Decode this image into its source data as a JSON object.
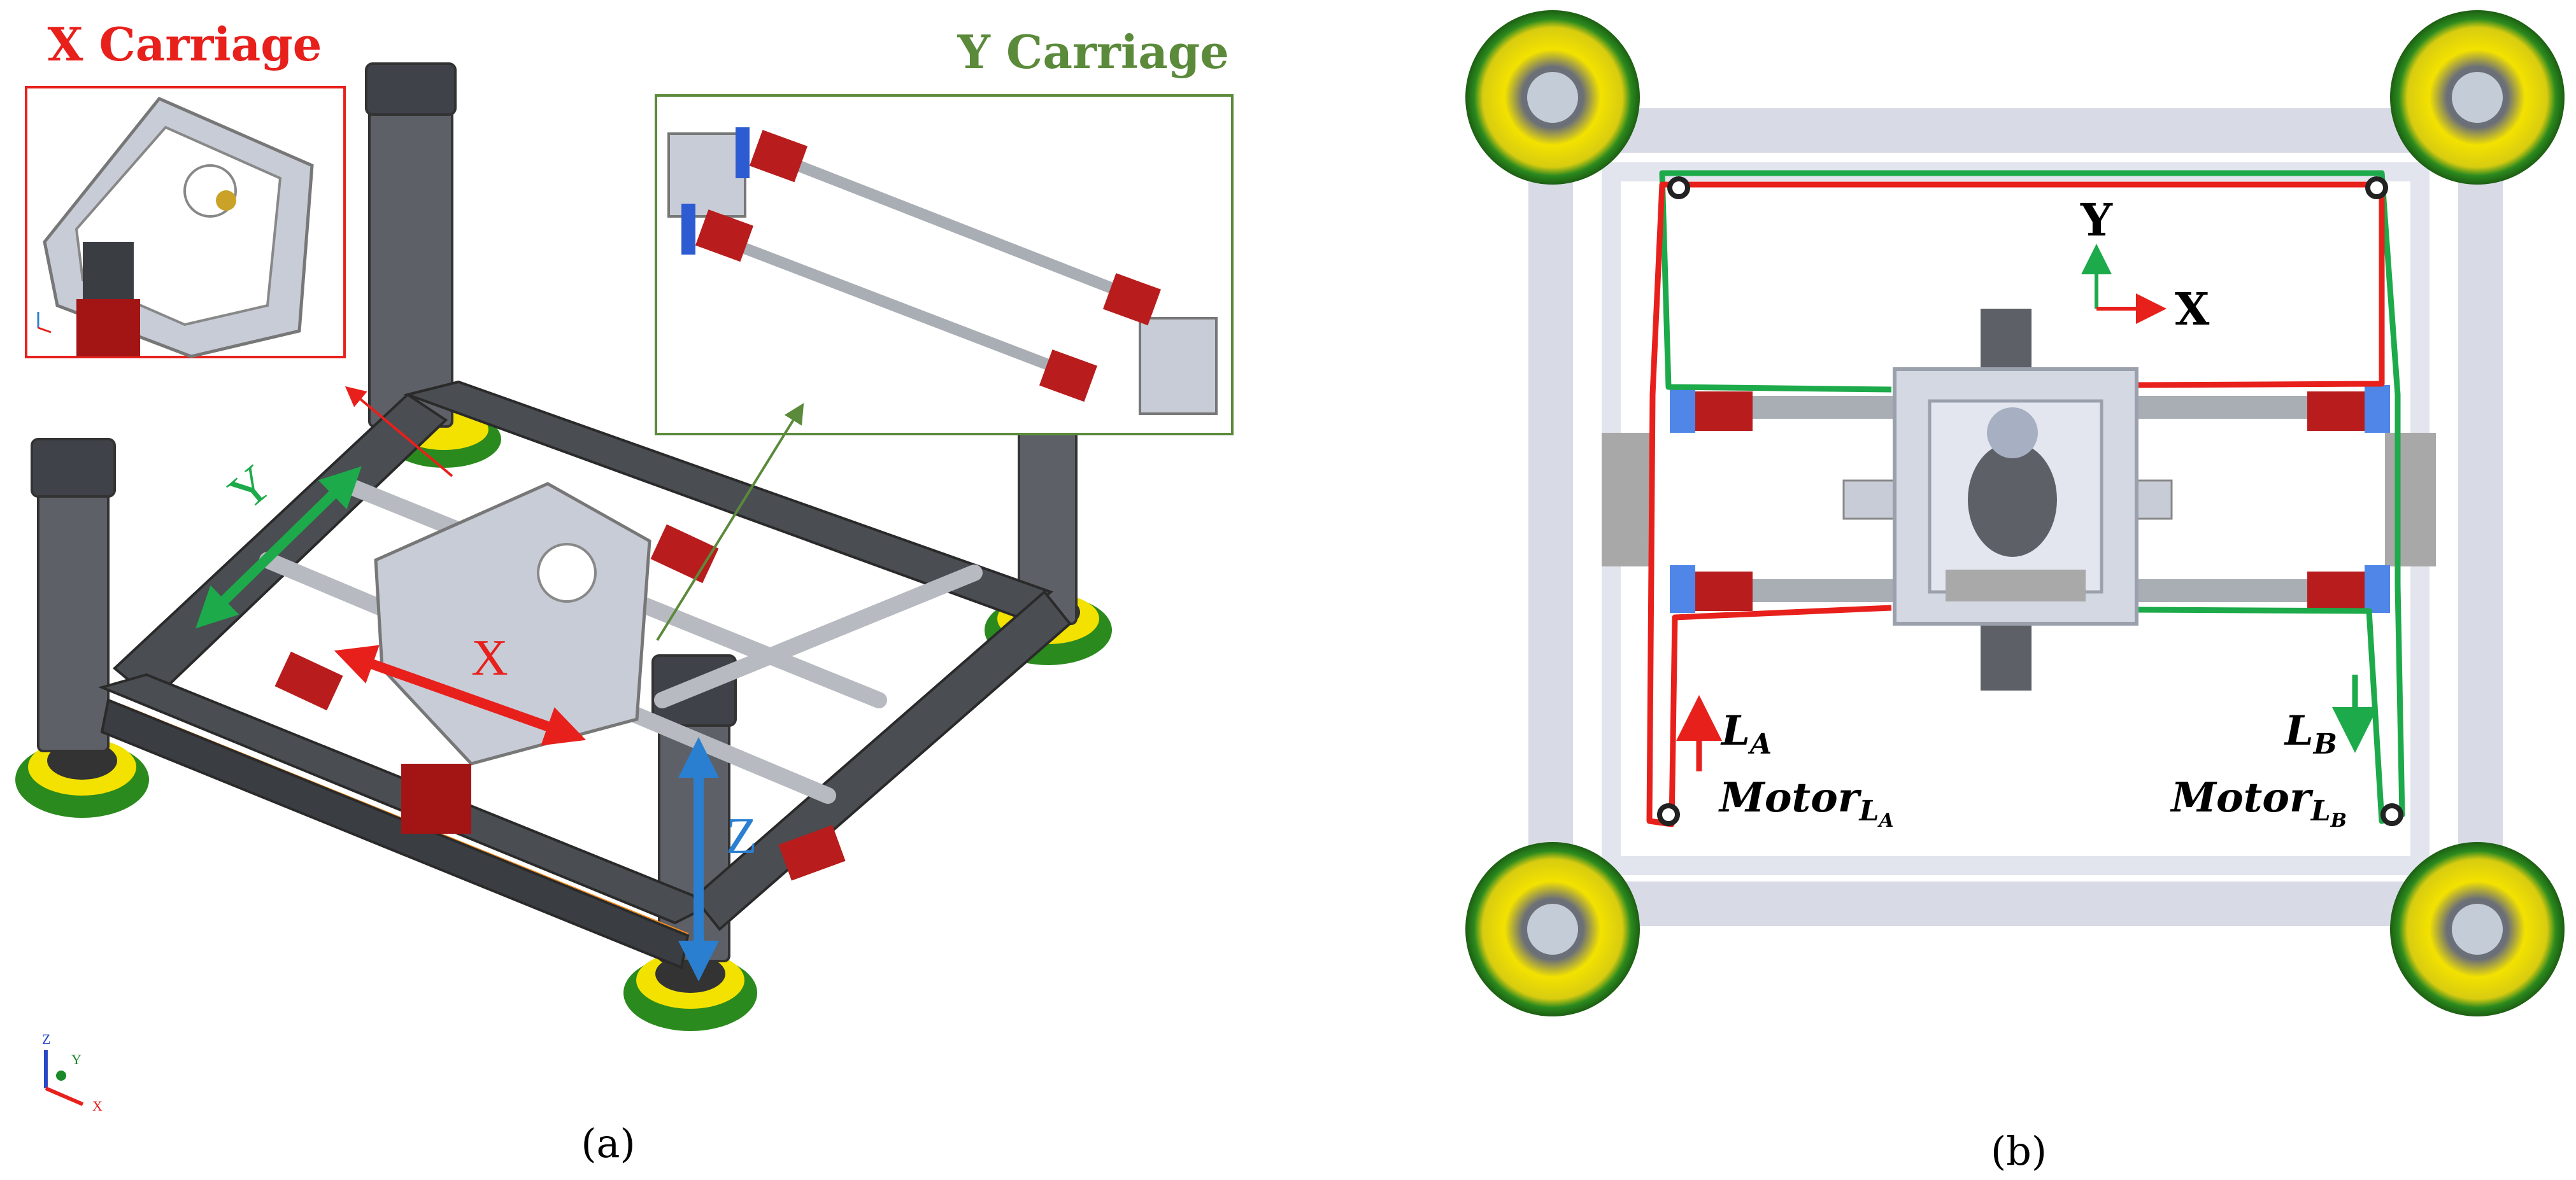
{
  "panel_a": {
    "caption": "(a)",
    "x_carriage_title": "X Carriage",
    "y_carriage_title": "Y Carriage",
    "axis_x": "X",
    "axis_y": "Y",
    "axis_z": "Z",
    "triad": {
      "z": "Z",
      "y": "Y",
      "x": "X"
    },
    "colors": {
      "x": "#e8201c",
      "y": "#1daa4a",
      "z": "#2a7fd0",
      "x_box": "#e8201c",
      "y_box": "#5a8a3a"
    }
  },
  "panel_b": {
    "caption": "(b)",
    "axis_y": "Y",
    "axis_x": "X",
    "la_main": "L",
    "la_sub": "A",
    "lb_main": "L",
    "lb_sub": "B",
    "motor_a_main": "Motor",
    "motor_a_sub_main": "L",
    "motor_a_sub_sub": "A",
    "motor_b_main": "Motor",
    "motor_b_sub_main": "L",
    "motor_b_sub_sub": "B",
    "colors": {
      "belt_a": "#e8201c",
      "belt_b": "#1daa4a"
    }
  }
}
